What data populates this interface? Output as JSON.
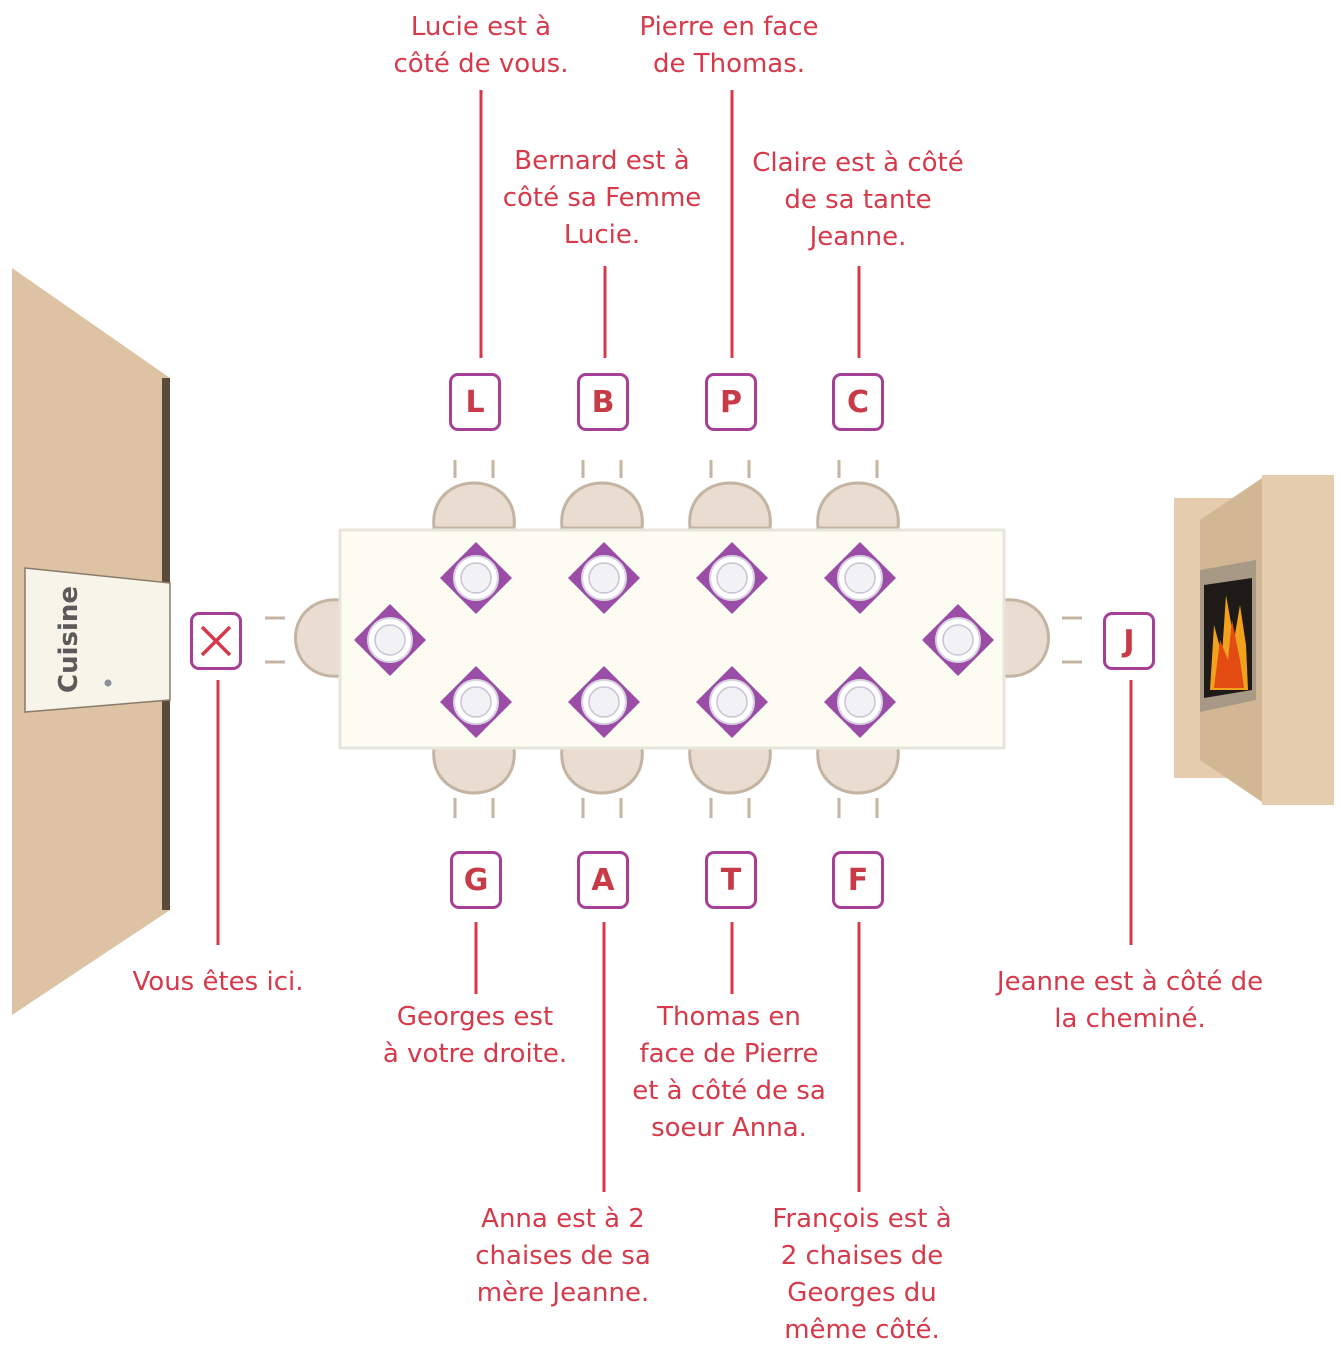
{
  "room": {
    "kitchen_label": "Cuisine"
  },
  "you": {
    "icon": "x-icon",
    "clue": [
      "Vous êtes ici."
    ]
  },
  "seats": {
    "top": [
      {
        "letter": "L",
        "clue": [
          "Lucie est à",
          "côté de vous."
        ]
      },
      {
        "letter": "B",
        "clue": [
          "Bernard est à",
          "côté sa Femme",
          "Lucie."
        ]
      },
      {
        "letter": "P",
        "clue": [
          "Pierre en face",
          "de Thomas."
        ]
      },
      {
        "letter": "C",
        "clue": [
          "Claire est à côté",
          "de sa tante",
          "Jeanne."
        ]
      }
    ],
    "bottom": [
      {
        "letter": "G",
        "clue": [
          "Georges est",
          "à votre droite."
        ]
      },
      {
        "letter": "A",
        "clue": [
          "Anna est à 2",
          "chaises de sa",
          "mère Jeanne."
        ]
      },
      {
        "letter": "T",
        "clue": [
          "Thomas en",
          "face de Pierre",
          "et à côté de sa",
          "soeur Anna."
        ]
      },
      {
        "letter": "F",
        "clue": [
          "François est à",
          "2 chaises de",
          "Georges du",
          "même côté."
        ]
      }
    ],
    "head": {
      "letter": "J",
      "clue": [
        "Jeanne est à côté de",
        "la cheminé."
      ]
    }
  },
  "colors": {
    "clue_text": "#d63a4a",
    "seat_box_border": "#a63f96",
    "seat_letter": "#c73a47",
    "placemat": "#9b4ca6",
    "wall": "#dcc3a5",
    "table": "#fcfcf2"
  }
}
